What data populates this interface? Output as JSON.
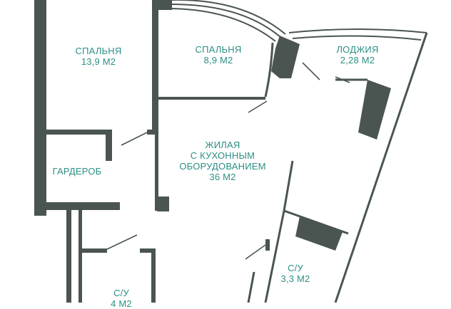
{
  "rooms": {
    "bedroom1": {
      "name": "СПАЛЬНЯ",
      "area": "13,9 М2"
    },
    "bedroom2": {
      "name": "СПАЛЬНЯ",
      "area": "8,9 М2"
    },
    "loggia": {
      "name": "ЛОДЖИЯ",
      "area": "2,28 М2"
    },
    "wardrobe": {
      "name": "ГАРДЕРОБ"
    },
    "living": {
      "line1": "ЖИЛАЯ",
      "line2": "С КУХОННЫМ",
      "line3": "ОБОРУДОВАНИЕМ",
      "area": "36 М2"
    },
    "bath1": {
      "name": "С/У",
      "area": "3,3 М2"
    },
    "bath2": {
      "name": "С/У",
      "area": "4 М2"
    }
  },
  "colors": {
    "wall": "#4a5551",
    "label": "#2b8f85",
    "background": "#ffffff"
  }
}
